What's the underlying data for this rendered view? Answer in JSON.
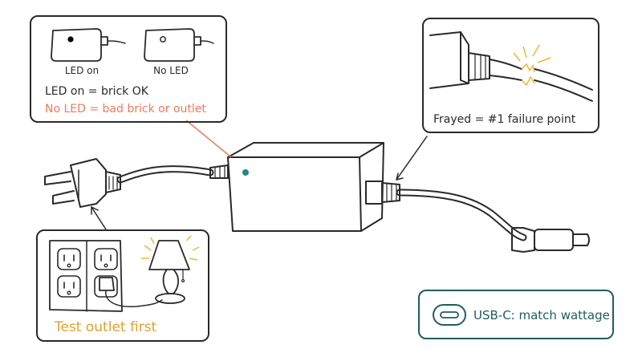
{
  "led_panel": {
    "led_on_caption": "LED on",
    "no_led_caption": "No LED",
    "line_ok": "LED on = brick OK",
    "line_bad": "No LED = bad brick or outlet",
    "colors": {
      "led": "#1f8a86",
      "warning": "#f07a5c"
    }
  },
  "frayed_panel": {
    "caption": "Frayed = #1 failure point",
    "spark_color": "#f2b632"
  },
  "outlet_panel": {
    "caption": "Test outlet first",
    "caption_color": "#e0a12e"
  },
  "usbc_badge": {
    "label": "USB-C: match wattage",
    "color": "#1f5e5b"
  }
}
